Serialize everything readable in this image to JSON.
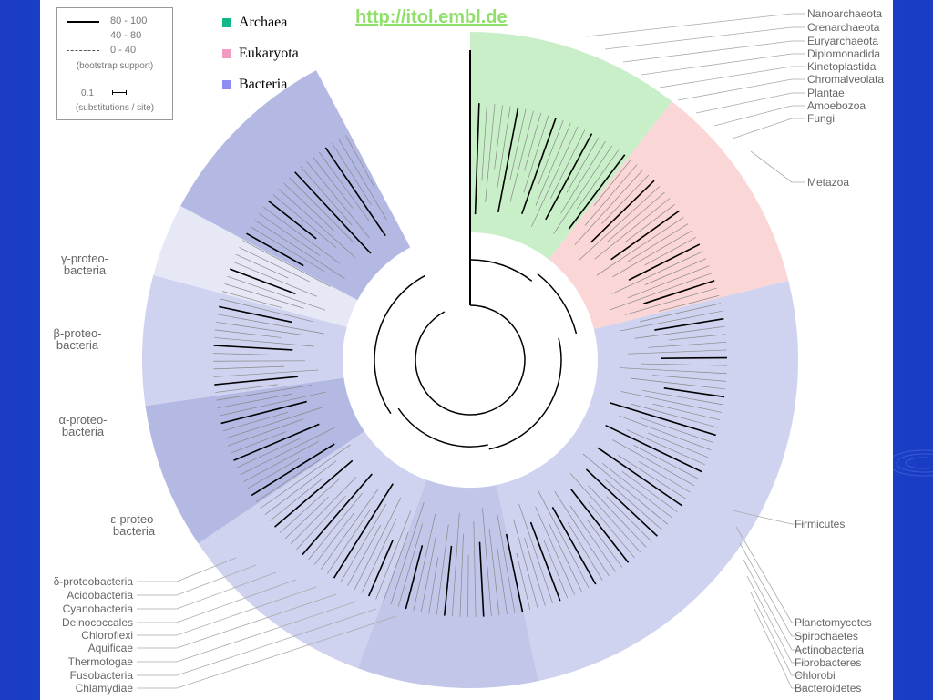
{
  "url": "http://itol.embl.de",
  "bootstrap_legend": {
    "rows": [
      "80 - 100",
      "40 - 80",
      "0 - 40"
    ],
    "caption": "(bootstrap support)",
    "scale_value": "0.1",
    "scale_caption": "(substitutions / site)"
  },
  "domains": [
    {
      "label": "Archaea",
      "color": "#10b88a"
    },
    {
      "label": "Eukaryota",
      "color": "#f19ac2"
    },
    {
      "label": "Bacteria",
      "color": "#8c8cf2"
    }
  ],
  "clade_labels_right": [
    "Nanoarchaeota",
    "Crenarchaeota",
    "Euryarchaeota",
    "Diplomonadida",
    "Kinetoplastida",
    "Chromalveolata",
    "Plantae",
    "Amoebozoa",
    "Fungi",
    "Metazoa",
    "Firmicutes",
    "Planctomycetes",
    "Spirochaetes",
    "Actinobacteria",
    "Fibrobacteres",
    "Chlorobi",
    "Bacteroidetes"
  ],
  "clade_labels_left": [
    "δ-proteobacteria",
    "Acidobacteria",
    "Cyanobacteria",
    "Deinococcales",
    "Chloroflexi",
    "Aquificae",
    "Thermotogae",
    "Fusobacteria",
    "Chlamydiae"
  ],
  "proteo_labels": [
    {
      "line1": "γ-proteo-",
      "line2": "bacteria"
    },
    {
      "line1": "β-proteo-",
      "line2": "bacteria"
    },
    {
      "line1": "α-proteo-",
      "line2": "bacteria"
    },
    {
      "line1": "ε-proteo-",
      "line2": "bacteria"
    }
  ],
  "colors": {
    "archaea_band": "#c9efc9",
    "eukaryota_band": "#fbd6d6",
    "bacteria_band": "#cfd3ef",
    "bacteria_band_dark": "#b3b9e2",
    "archaea_text": "#0a7a2a",
    "eukaryota_text": "#b01818",
    "bacteria_text": "#1c22a0"
  }
}
